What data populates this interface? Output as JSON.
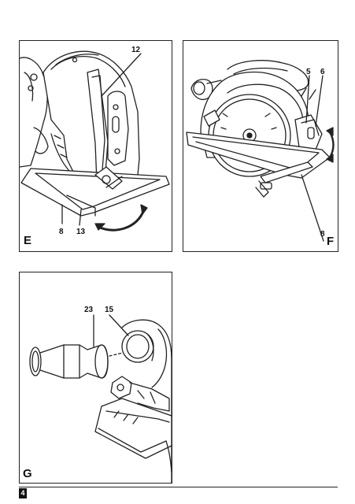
{
  "panels": {
    "e": {
      "label": "E",
      "callouts": {
        "c12": "12",
        "c8": "8",
        "c13": "13"
      }
    },
    "f": {
      "label": "F",
      "callouts": {
        "c5": "5",
        "c6": "6",
        "c8": "8"
      }
    },
    "g": {
      "label": "G",
      "callouts": {
        "c23": "23",
        "c15": "15"
      }
    }
  },
  "footer": {
    "page_number": "4"
  }
}
